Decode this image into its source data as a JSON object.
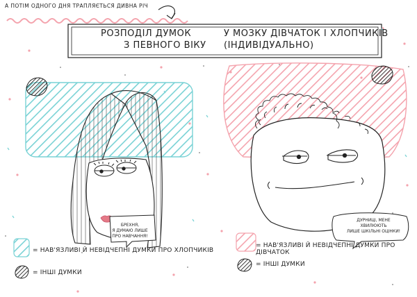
{
  "intro_text": "А ПОТІМ ОДНОГО ДНЯ ТРАПЛЯЄТЬСЯ ДИВНА РІЧ",
  "banner": {
    "left_line1": "РОЗПОДІЛ ДУМОК",
    "left_line2": "З ПЕВНОГО ВІКУ",
    "right_line1": "У МОЗКУ ДІВЧАТОК І ХЛОПЧИКІВ",
    "right_line2": "(ІНДИВІДУАЛЬНО)"
  },
  "girl": {
    "speech_line1": "БРЕХНЯ,",
    "speech_line2": "Я ДУМАЮ ЛИШЕ",
    "speech_line3": "ПРО НАВЧАННЯ!",
    "legend_main": "= НАВ'ЯЗЛИВІ Й НЕВІДЧЕПНІ ДУМКИ ПРО ХЛОПЧИКІВ",
    "legend_other": "= ІНШІ ДУМКИ"
  },
  "boy": {
    "speech_line1": "ДУРНИЦІ, МЕНЕ ХВИЛЮЮТЬ",
    "speech_line2": "ЛИШЕ ШКІЛЬНІ ОЦІНКИ!",
    "legend_main": "= НАВ'ЯЗЛИВІ Й НЕВІДЧЕПНІ ДУМКИ ПРО ДІВЧАТОК",
    "legend_other": "= ІНШІ ДУМКИ"
  },
  "colors": {
    "blue": "#79d2d5",
    "pink": "#f4a3ad",
    "ink": "#222222",
    "lips": "#e57a87"
  }
}
